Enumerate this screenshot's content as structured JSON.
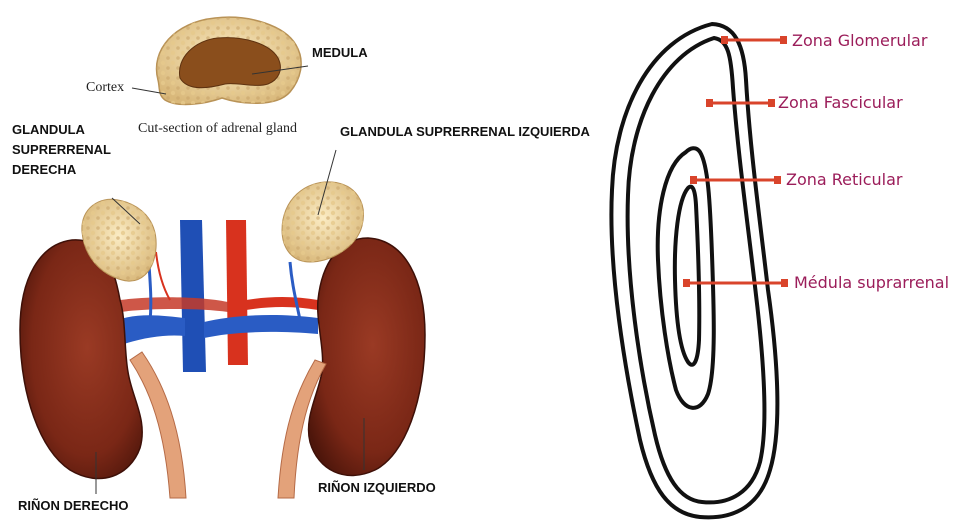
{
  "left_figure": {
    "cross_section": {
      "medula_label": "MEDULA",
      "cortex_label": "Cortex",
      "caption": "Cut-section of adrenal gland"
    },
    "right_gland_label": [
      "GLANDULA",
      "SUPRERRENAL",
      "DERECHA"
    ],
    "left_gland_label": "GLANDULA SUPRERRENAL IZQUIERDA",
    "right_kidney_label": "RIÑON DERECHO",
    "left_kidney_label": "RIÑON IZQUIERDO"
  },
  "right_figure": {
    "zones": [
      "Zona Glomerular",
      "Zona Fascicular",
      "Zona Reticular",
      "Médula suprarrenal"
    ]
  },
  "colors": {
    "zone_text": "#9b1d5a",
    "leader_red": "#d9442b",
    "kidney": "#7a2a1a",
    "gland": "#f0d9a0",
    "vein": "#1f4fb5",
    "artery": "#d8321e"
  }
}
